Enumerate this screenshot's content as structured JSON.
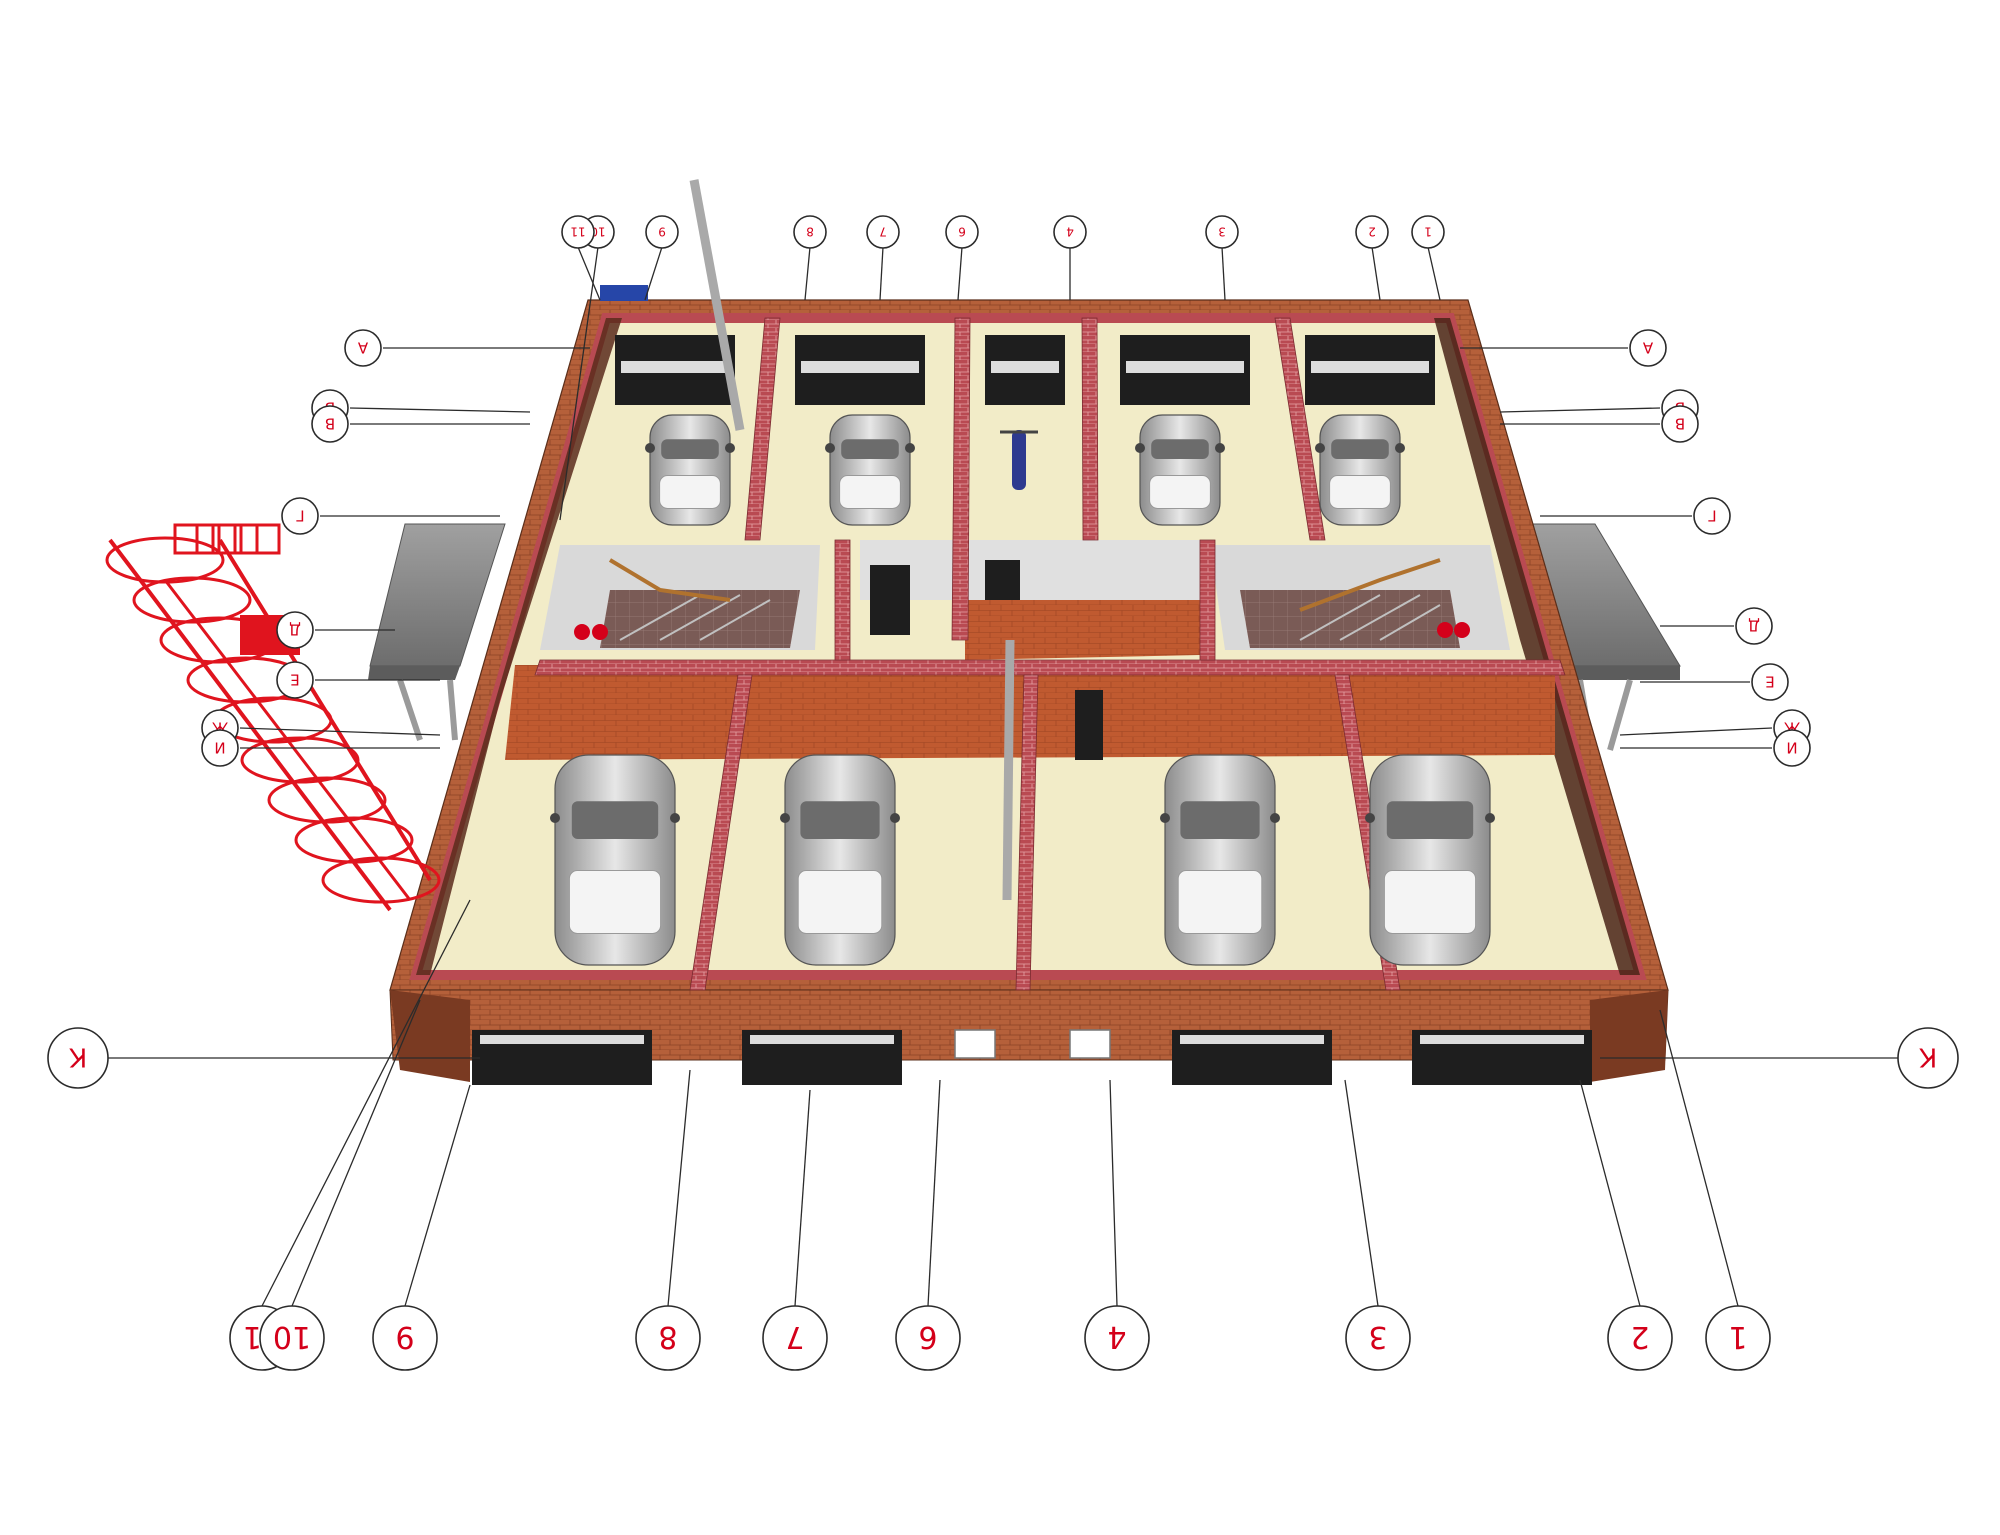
{
  "axes": {
    "top_numbers": [
      "10",
      "11",
      "9",
      "8",
      "7",
      "6",
      "4",
      "3",
      "2",
      "1"
    ],
    "bottom_numbers": [
      "11",
      "10",
      "9",
      "8",
      "7",
      "6",
      "4",
      "3",
      "2",
      "1"
    ],
    "left_letters": [
      "А",
      "Б",
      "В",
      "Г",
      "Д",
      "Е",
      "Ж",
      "И",
      "К"
    ],
    "right_letters": [
      "А",
      "Б",
      "В",
      "Г",
      "Д",
      "Е",
      "Ж",
      "И",
      "К"
    ]
  },
  "colors": {
    "brick_outer": "#b5603a",
    "brick_partition": "#b94a52",
    "floor": "#f2ecc8",
    "interior_wall": "#c05a30",
    "gate": "#1e1e1e",
    "canopy": "#8e8e8e",
    "ladder": "#e0141e",
    "label_red": "#d4001a"
  }
}
